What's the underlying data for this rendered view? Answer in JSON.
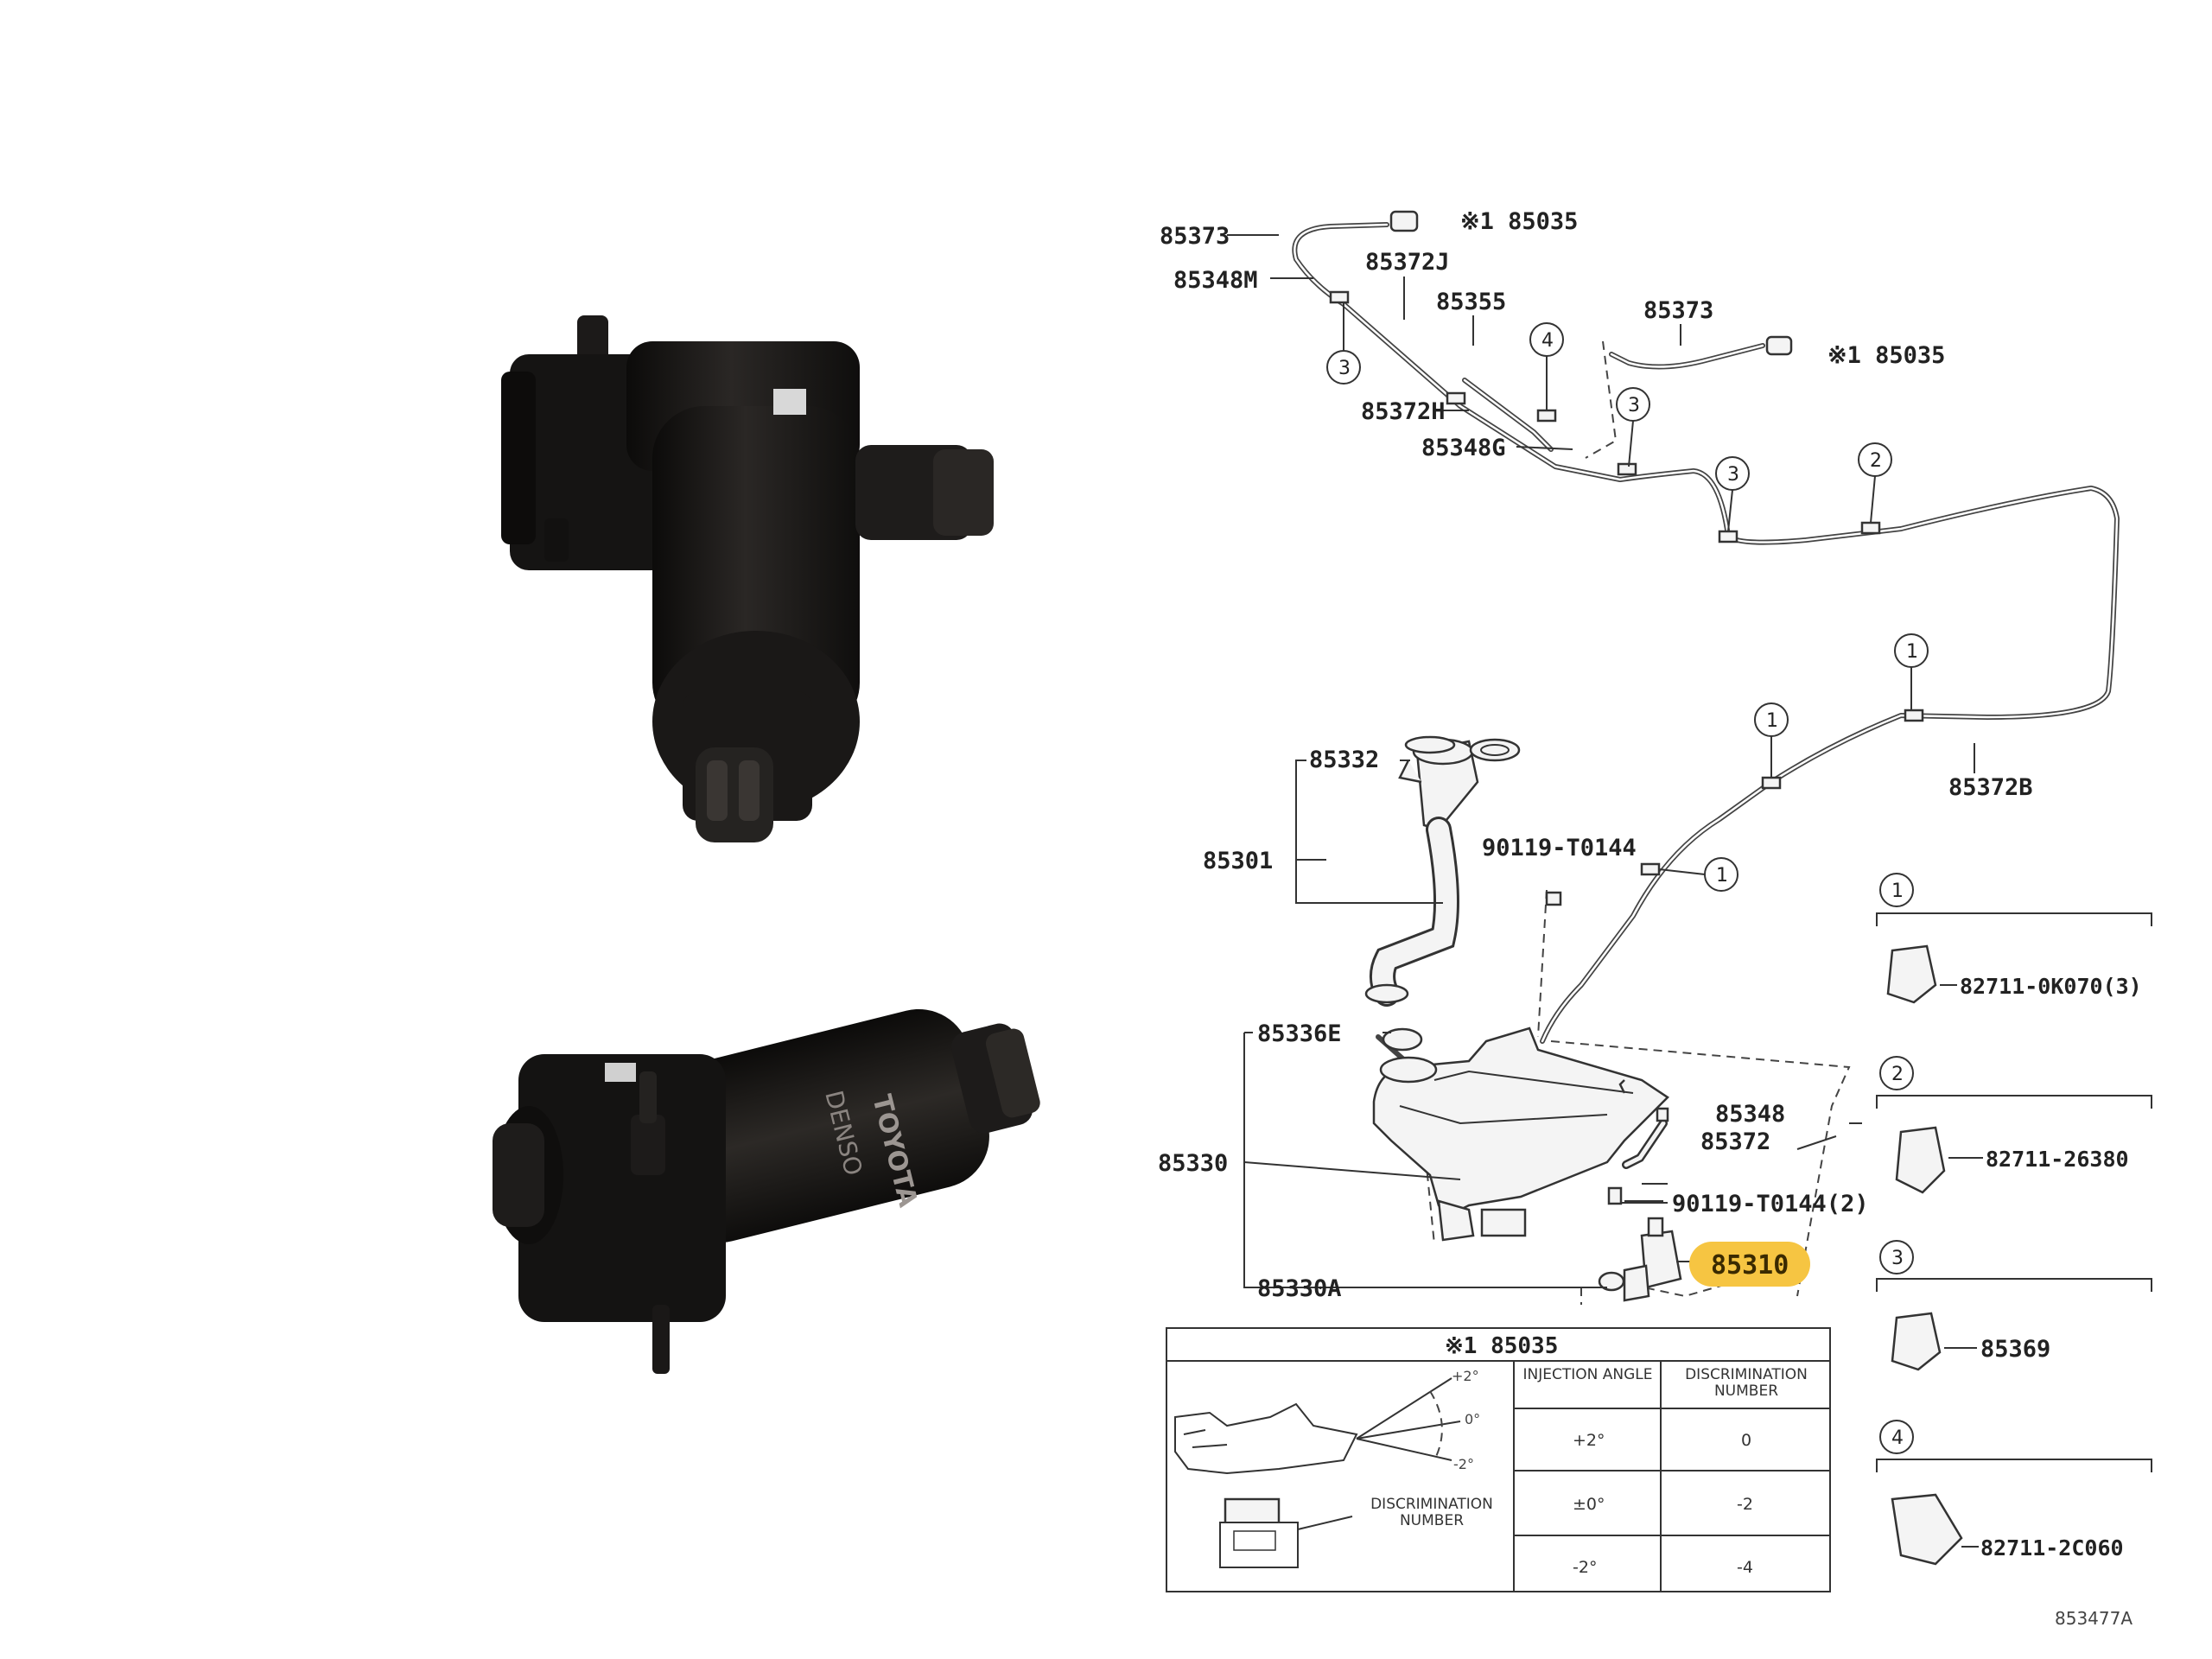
{
  "callouts": {
    "c85373_top": "85373",
    "c85035_top": "※1 85035",
    "c85372J": "85372J",
    "c85348M": "85348M",
    "c85355": "85355",
    "c85373_mid": "85373",
    "c85035_mid": "※1 85035",
    "c85372H": "85372H",
    "c85348G": "85348G",
    "c85372B": "85372B",
    "c85332": "85332",
    "c85301": "85301",
    "c90119_top": "90119-T0144",
    "c85336E": "85336E",
    "c85330": "85330",
    "c85348": "85348",
    "c85372": "85372",
    "c90119_bot": "90119-T0144(2)",
    "c85310": "85310",
    "c85330A": "85330A"
  },
  "circle_numbers": {
    "one": "1",
    "two": "2",
    "three": "3",
    "four": "4"
  },
  "legend": {
    "l1": "82711-0K070(3)",
    "l2": "82711-26380",
    "l3": "85369",
    "l4": "82711-2C060"
  },
  "table": {
    "title": "※1 85035",
    "col1": "INJECTION ANGLE",
    "col2": "DISCRIMINATION NUMBER",
    "rows": [
      {
        "angle": "+2°",
        "number": "0"
      },
      {
        "angle": "±0°",
        "number": "-2"
      },
      {
        "angle": "-2°",
        "number": "-4"
      }
    ],
    "fig_angle_top": "+2°",
    "fig_angle_mid": "0°",
    "fig_angle_bot": "-2°",
    "fig_label": "DISCRIMINATION NUMBER"
  },
  "ref_code": "853477A",
  "colors": {
    "highlight": "#f6c542",
    "product": "#1c1a19"
  }
}
